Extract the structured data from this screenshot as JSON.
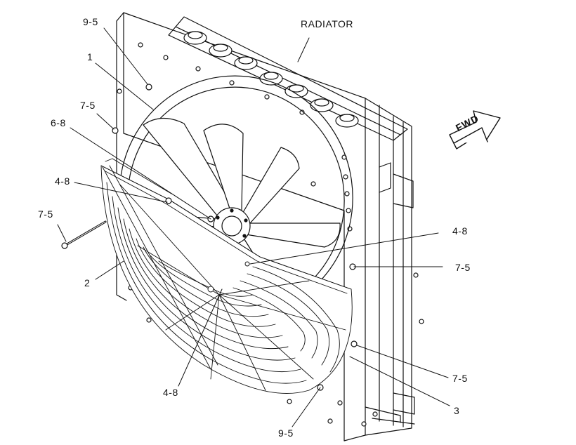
{
  "diagram": {
    "radiator_label": "RADIATOR",
    "fwd_label": "FWD",
    "callouts": {
      "c_9_5_top": "9-5",
      "c_1": "1",
      "c_7_5_upper_left": "7-5",
      "c_6_8": "6-8",
      "c_4_8_left": "4-8",
      "c_7_5_left": "7-5",
      "c_2": "2",
      "c_4_8_right": "4-8",
      "c_7_5_right": "7-5",
      "c_7_5_lower_right": "7-5",
      "c_3": "3",
      "c_4_8_bottom": "4-8",
      "c_9_5_bottom": "9-5"
    }
  }
}
